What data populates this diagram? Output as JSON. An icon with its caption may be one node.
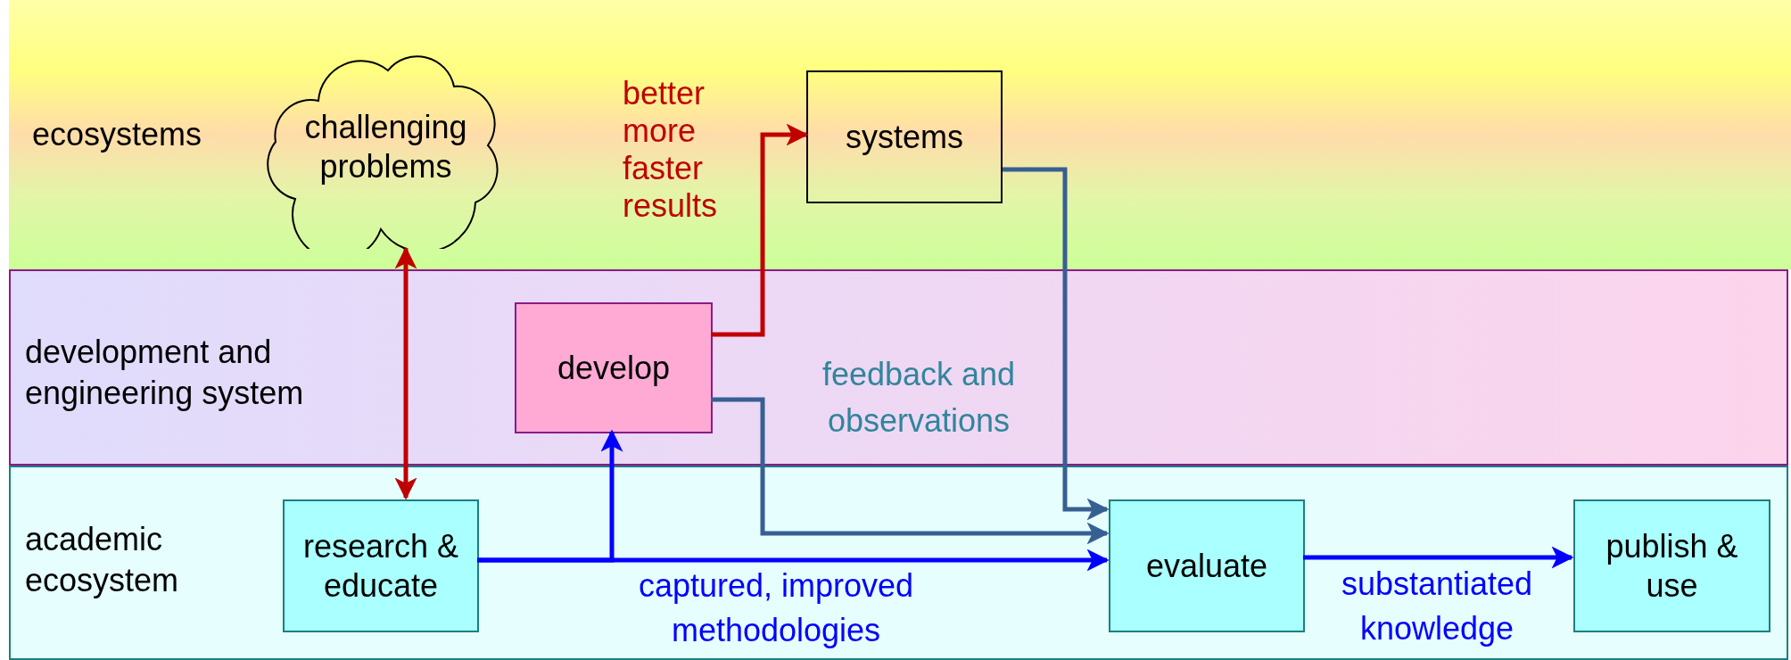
{
  "diagram": {
    "nodes": [
      {
        "text": [
          "ecosystems"
        ]
      },
      {
        "text": [
          "challenging problems"
        ],
        "in": 0
      },
      {
        "text": [
          "systems"
        ],
        "in": 0
      },
      {
        "text": [
          "development and engineering system"
        ]
      },
      {
        "text": [
          "develop"
        ],
        "in": 3
      },
      {
        "text": [
          "academic ecosystem"
        ]
      },
      {
        "text": [
          "research & educate"
        ],
        "in": 5
      },
      {
        "text": [
          "evaluate"
        ],
        "in": 5
      },
      {
        "text": [
          "publish & use"
        ],
        "in": 5
      }
    ],
    "edges": [
      {
        "from": 1,
        "to": 6,
        "arrow": "both",
        "color": "#c00000"
      },
      {
        "from": 4,
        "to": 2,
        "arrow": "to",
        "color": "#c00000",
        "label": "better more faster results"
      },
      {
        "from": 2,
        "to": 7,
        "arrow": "to",
        "color": "#376092"
      },
      {
        "from": 4,
        "to": 7,
        "arrow": "to",
        "color": "#376092",
        "label": "feedback and observations"
      },
      {
        "from": 6,
        "to": 7,
        "arrow": "to",
        "label": "captured, improved methodologies"
      },
      {
        "from": 6,
        "to": 4,
        "arrow": "to"
      },
      {
        "from": 7,
        "to": 8,
        "arrow": "to",
        "label": "substantiated knowledge"
      }
    ]
  }
}
